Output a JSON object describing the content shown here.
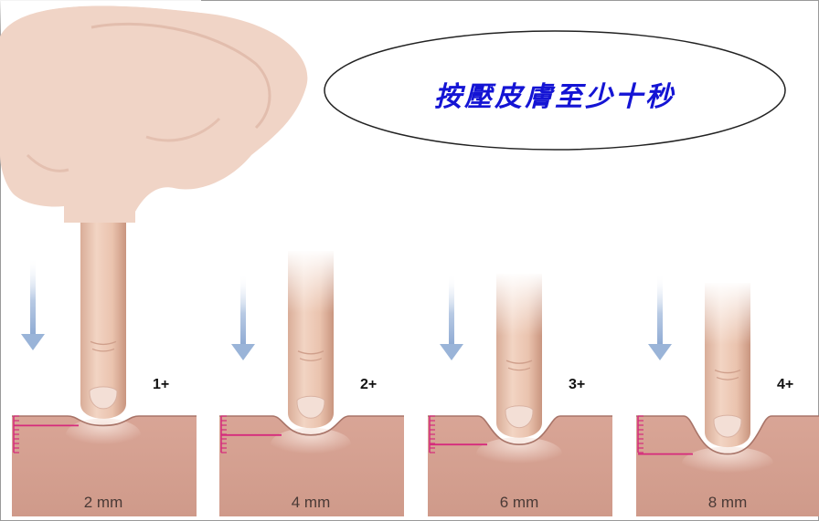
{
  "callout": {
    "text": "按壓皮膚至少十秒",
    "color": "#1414d4"
  },
  "panels": [
    {
      "grade": "1+",
      "depth": "2 mm",
      "pitting": 2
    },
    {
      "grade": "2+",
      "depth": "4 mm",
      "pitting": 4
    },
    {
      "grade": "3+",
      "depth": "6 mm",
      "pitting": 6
    },
    {
      "grade": "4+",
      "depth": "8 mm",
      "pitting": 8
    }
  ],
  "colors": {
    "skin": "#d8a495",
    "skin_edge": "#a87468",
    "finger": "#ecc9b6",
    "nail": "#f3dfd6",
    "scale": "#d62a7c",
    "arrow": "#9ab4d8"
  },
  "icons": {
    "arrow": "down-arrow-icon",
    "hand": "hand-illustration",
    "scale": "depth-scale-icon"
  }
}
